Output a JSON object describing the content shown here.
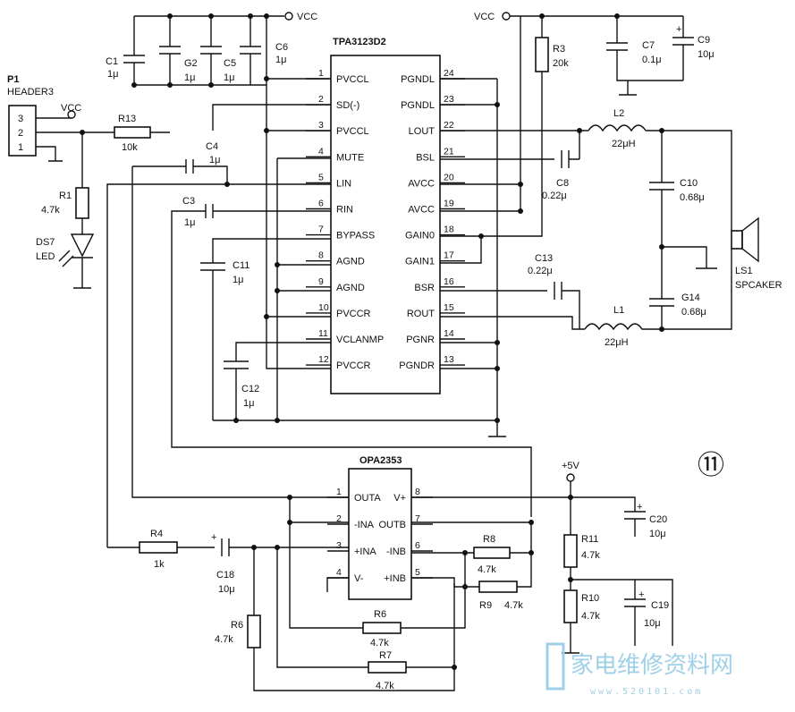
{
  "power": {
    "vcc_top": "VCC",
    "vcc_right": "VCC",
    "vcc_header": "VCC",
    "plus5v": "+5V"
  },
  "chips": {
    "amp": {
      "name": "TPA3123D2",
      "left_pins": [
        {
          "num": "1",
          "label": "PVCCL"
        },
        {
          "num": "2",
          "label": "SD(-)"
        },
        {
          "num": "3",
          "label": "PVCCL"
        },
        {
          "num": "4",
          "label": "MUTE"
        },
        {
          "num": "5",
          "label": "LIN"
        },
        {
          "num": "6",
          "label": "RIN"
        },
        {
          "num": "7",
          "label": "BYPASS"
        },
        {
          "num": "8",
          "label": "AGND"
        },
        {
          "num": "9",
          "label": "AGND"
        },
        {
          "num": "10",
          "label": "PVCCR"
        },
        {
          "num": "11",
          "label": "VCLANMP"
        },
        {
          "num": "12",
          "label": "PVCCR"
        }
      ],
      "right_pins": [
        {
          "num": "24",
          "label": "PGNDL"
        },
        {
          "num": "23",
          "label": "PGNDL"
        },
        {
          "num": "22",
          "label": "LOUT"
        },
        {
          "num": "21",
          "label": "BSL"
        },
        {
          "num": "20",
          "label": "AVCC"
        },
        {
          "num": "19",
          "label": "AVCC"
        },
        {
          "num": "18",
          "label": "GAIN0"
        },
        {
          "num": "17",
          "label": "GAIN1"
        },
        {
          "num": "16",
          "label": "BSR"
        },
        {
          "num": "15",
          "label": "ROUT"
        },
        {
          "num": "14",
          "label": "PGNR"
        },
        {
          "num": "13",
          "label": "PGNDR"
        }
      ]
    },
    "opamp": {
      "name": "OPA2353",
      "left_pins": [
        {
          "num": "1",
          "label": "OUTA"
        },
        {
          "num": "2",
          "label": "-INA"
        },
        {
          "num": "3",
          "label": "+INA"
        },
        {
          "num": "4",
          "label": "V-"
        }
      ],
      "right_pins": [
        {
          "num": "8",
          "label": "V+"
        },
        {
          "num": "7",
          "label": "OUTB"
        },
        {
          "num": "6",
          "label": "-INB"
        },
        {
          "num": "5",
          "label": "+INB"
        }
      ]
    }
  },
  "components": {
    "C1": {
      "ref": "C1",
      "value": "1μ"
    },
    "C2": {
      "ref": "G2",
      "value": "1μ"
    },
    "C5": {
      "ref": "C5",
      "value": "1μ"
    },
    "C6": {
      "ref": "C6",
      "value": "1μ"
    },
    "C4": {
      "ref": "C4",
      "value": "1μ"
    },
    "C3": {
      "ref": "C3",
      "value": "1μ"
    },
    "C11": {
      "ref": "C11",
      "value": "1μ"
    },
    "C12": {
      "ref": "C12",
      "value": "1μ"
    },
    "R3": {
      "ref": "R3",
      "value": "20k"
    },
    "C7": {
      "ref": "C7",
      "value": "0.1μ"
    },
    "C9": {
      "ref": "C9",
      "value": "10μ"
    },
    "L2": {
      "ref": "L2",
      "value": "22μH"
    },
    "C8": {
      "ref": "C8",
      "value": "0.22μ"
    },
    "C10": {
      "ref": "C10",
      "value": "0.68μ"
    },
    "C13": {
      "ref": "C13",
      "value": "0.22μ"
    },
    "L1": {
      "ref": "L1",
      "value": "22μH"
    },
    "C14": {
      "ref": "G14",
      "value": "0.68μ"
    },
    "LS1": {
      "ref": "LS1",
      "value": "SPCAKER"
    },
    "P1": {
      "ref": "P1",
      "value": "HEADER3",
      "pins": [
        "3",
        "2",
        "1"
      ]
    },
    "R13": {
      "ref": "R13",
      "value": "10k"
    },
    "R1": {
      "ref": "R1",
      "value": "4.7k"
    },
    "DS7": {
      "ref": "DS7",
      "value": "LED"
    },
    "R4": {
      "ref": "R4",
      "value": "1k"
    },
    "C18": {
      "ref": "C18",
      "value": "10μ"
    },
    "R6": {
      "ref": "R6",
      "value": "4.7k"
    },
    "R6b": {
      "ref": "R6",
      "value": "4.7k"
    },
    "R7": {
      "ref": "R7",
      "value": "4.7k"
    },
    "R8": {
      "ref": "R8",
      "value": "4.7k"
    },
    "R9": {
      "ref": "R9",
      "value": "4.7k"
    },
    "C20": {
      "ref": "C20",
      "value": "10μ"
    },
    "R11": {
      "ref": "R11",
      "value": "4.7k"
    },
    "R10": {
      "ref": "R10",
      "value": "4.7k"
    },
    "C19": {
      "ref": "C19",
      "value": "10μ"
    }
  },
  "figure_number": "⑪",
  "watermark": {
    "cn": "家电维修资料网",
    "url": "www.520101.com"
  }
}
